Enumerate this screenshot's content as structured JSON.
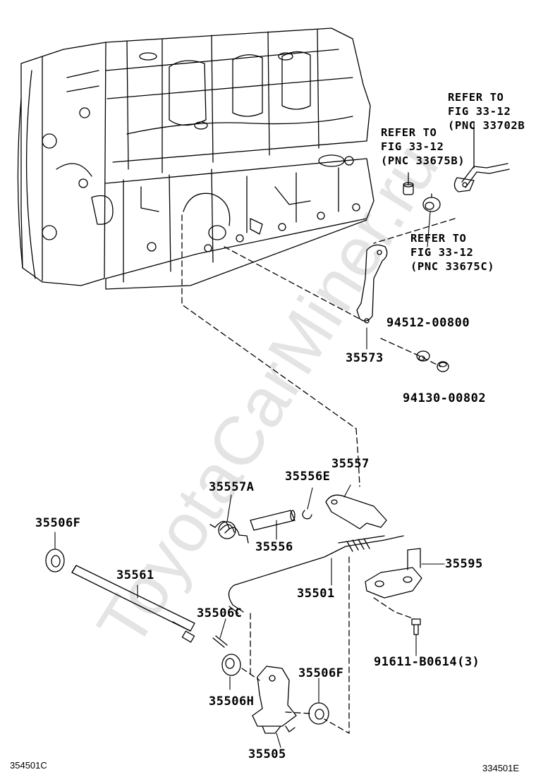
{
  "watermark": "ToyotaCarMiner.ru",
  "figure_codes": {
    "left": "354501C",
    "right": "334501E"
  },
  "refer_notes": {
    "pnc_33702b": "REFER TO\nFIG 33-12\n(PNC 33702B",
    "pnc_33675b": "REFER TO\nFIG 33-12\n(PNC 33675B)",
    "pnc_33675c": "REFER TO\nFIG 33-12\n(PNC 33675C)"
  },
  "parts": {
    "p94512": "94512-00800",
    "p35573": "35573",
    "p94130": "94130-00802",
    "p35557": "35557",
    "p35557a": "35557A",
    "p35556e": "35556E",
    "p35506f_top": "35506F",
    "p35561": "35561",
    "p35556": "35556",
    "p35595": "35595",
    "p35501": "35501",
    "p35506c": "35506C",
    "p91611": "91611-B0614(3)",
    "p35506h": "35506H",
    "p35506f_bottom": "35506F",
    "p35505": "35505"
  }
}
